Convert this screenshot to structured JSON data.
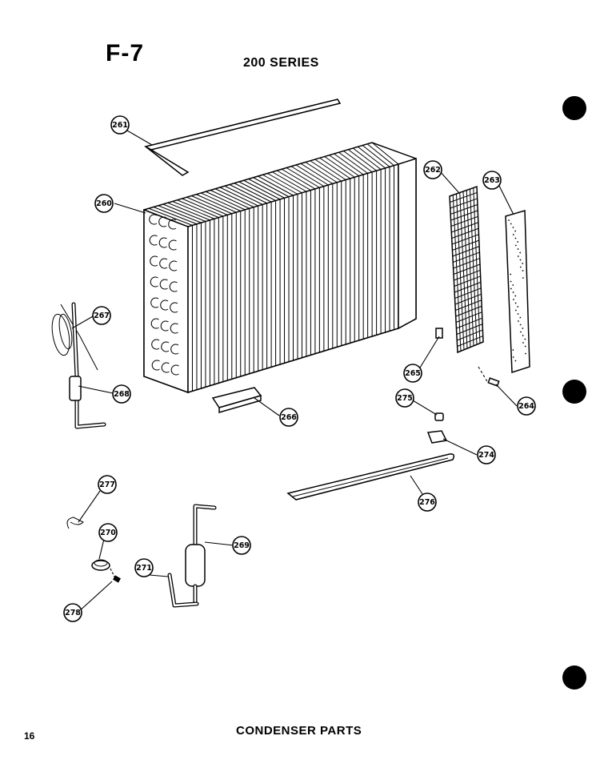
{
  "header": {
    "figure_id": "F-7",
    "series": "200 SERIES"
  },
  "footer": {
    "page_number": "16",
    "caption": "CONDENSER PARTS"
  },
  "callouts": [
    {
      "id": "c261",
      "label": "261"
    },
    {
      "id": "c260",
      "label": "260"
    },
    {
      "id": "c262",
      "label": "262"
    },
    {
      "id": "c263",
      "label": "263"
    },
    {
      "id": "c267",
      "label": "267"
    },
    {
      "id": "c268",
      "label": "268"
    },
    {
      "id": "c265",
      "label": "265"
    },
    {
      "id": "c264",
      "label": "264"
    },
    {
      "id": "c266",
      "label": "266"
    },
    {
      "id": "c275",
      "label": "275"
    },
    {
      "id": "c274",
      "label": "274"
    },
    {
      "id": "c276",
      "label": "276"
    },
    {
      "id": "c277",
      "label": "277"
    },
    {
      "id": "c270",
      "label": "270"
    },
    {
      "id": "c269",
      "label": "269"
    },
    {
      "id": "c271",
      "label": "271"
    },
    {
      "id": "c278",
      "label": "278"
    }
  ]
}
